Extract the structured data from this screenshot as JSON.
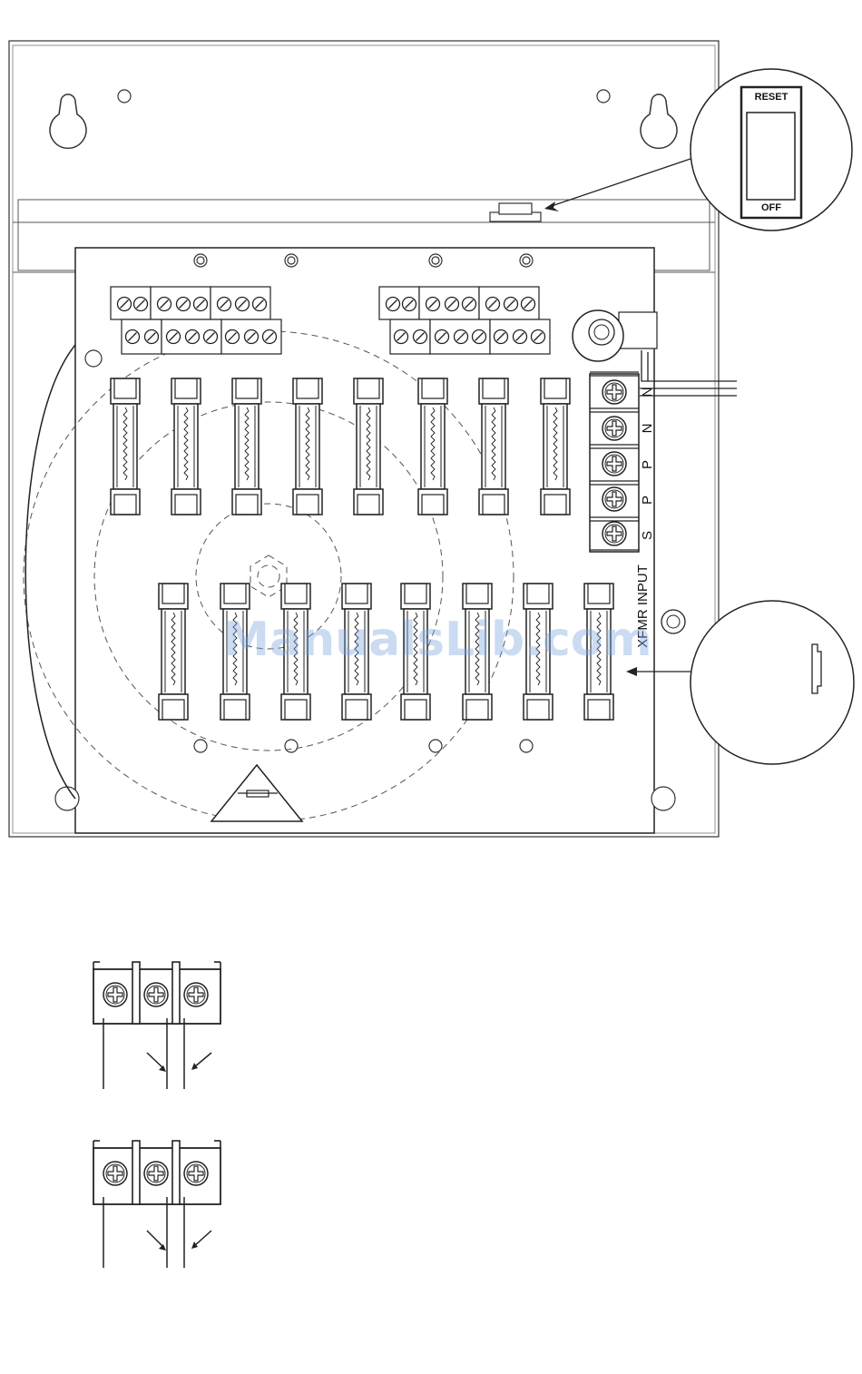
{
  "switch_callout": {
    "top_label": "RESET",
    "bottom_label": "OFF"
  },
  "terminal_labels": [
    "N",
    "N",
    "P",
    "P",
    "S"
  ],
  "input_label": "XFMR INPUT",
  "watermark": "ManualsLib.com",
  "colors": {
    "line": "#222222",
    "panel": "#ffffff",
    "watermark": "#7fa6e0"
  },
  "counts": {
    "fuses_top_row": 8,
    "fuses_bottom_row": 8,
    "terminal_screws": 5
  },
  "icons": [
    "fuse-icon",
    "screw-terminal-icon",
    "warning-triangle-icon",
    "keyhole-icon"
  ]
}
